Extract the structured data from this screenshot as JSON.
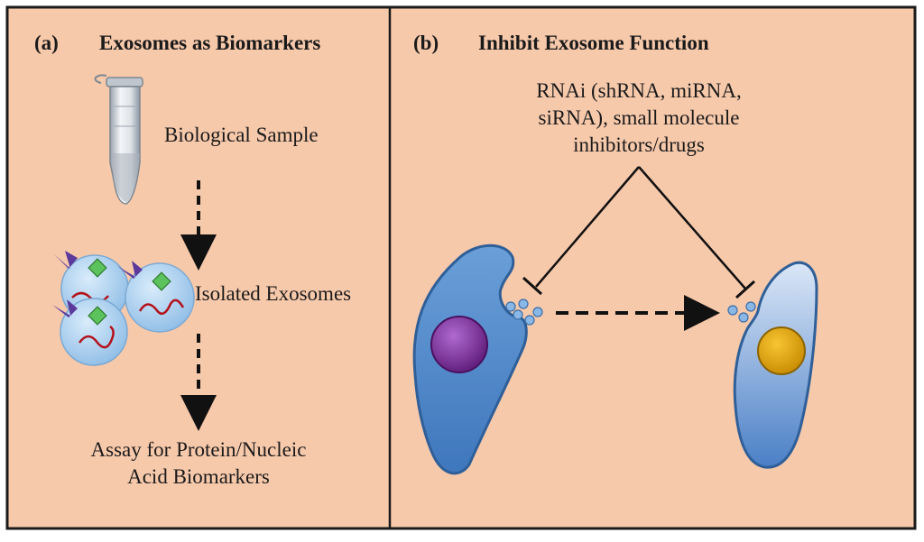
{
  "panel_a": {
    "letter": "(a)",
    "title": "Exosomes as Biomarkers",
    "step1": "Biological Sample",
    "step2": "Isolated Exosomes",
    "step3_line1": "Assay for Protein/Nucleic",
    "step3_line2": "Acid Biomarkers"
  },
  "panel_b": {
    "letter": "(b)",
    "title": "Inhibit Exosome Function",
    "inhibitor_line1": "RNAi (shRNA, miRNA,",
    "inhibitor_line2": "siRNA), small molecule",
    "inhibitor_line3": "inhibitors/drugs"
  },
  "colors": {
    "background": "#f7c9ab",
    "border": "#1a1a1a",
    "cell_blue": "#4f86c6",
    "cell_light": "#a9c8ec",
    "nucleus_purple": "#7a2a8c",
    "nucleus_gold": "#e3a407",
    "exosome": "#9ec5ea"
  }
}
